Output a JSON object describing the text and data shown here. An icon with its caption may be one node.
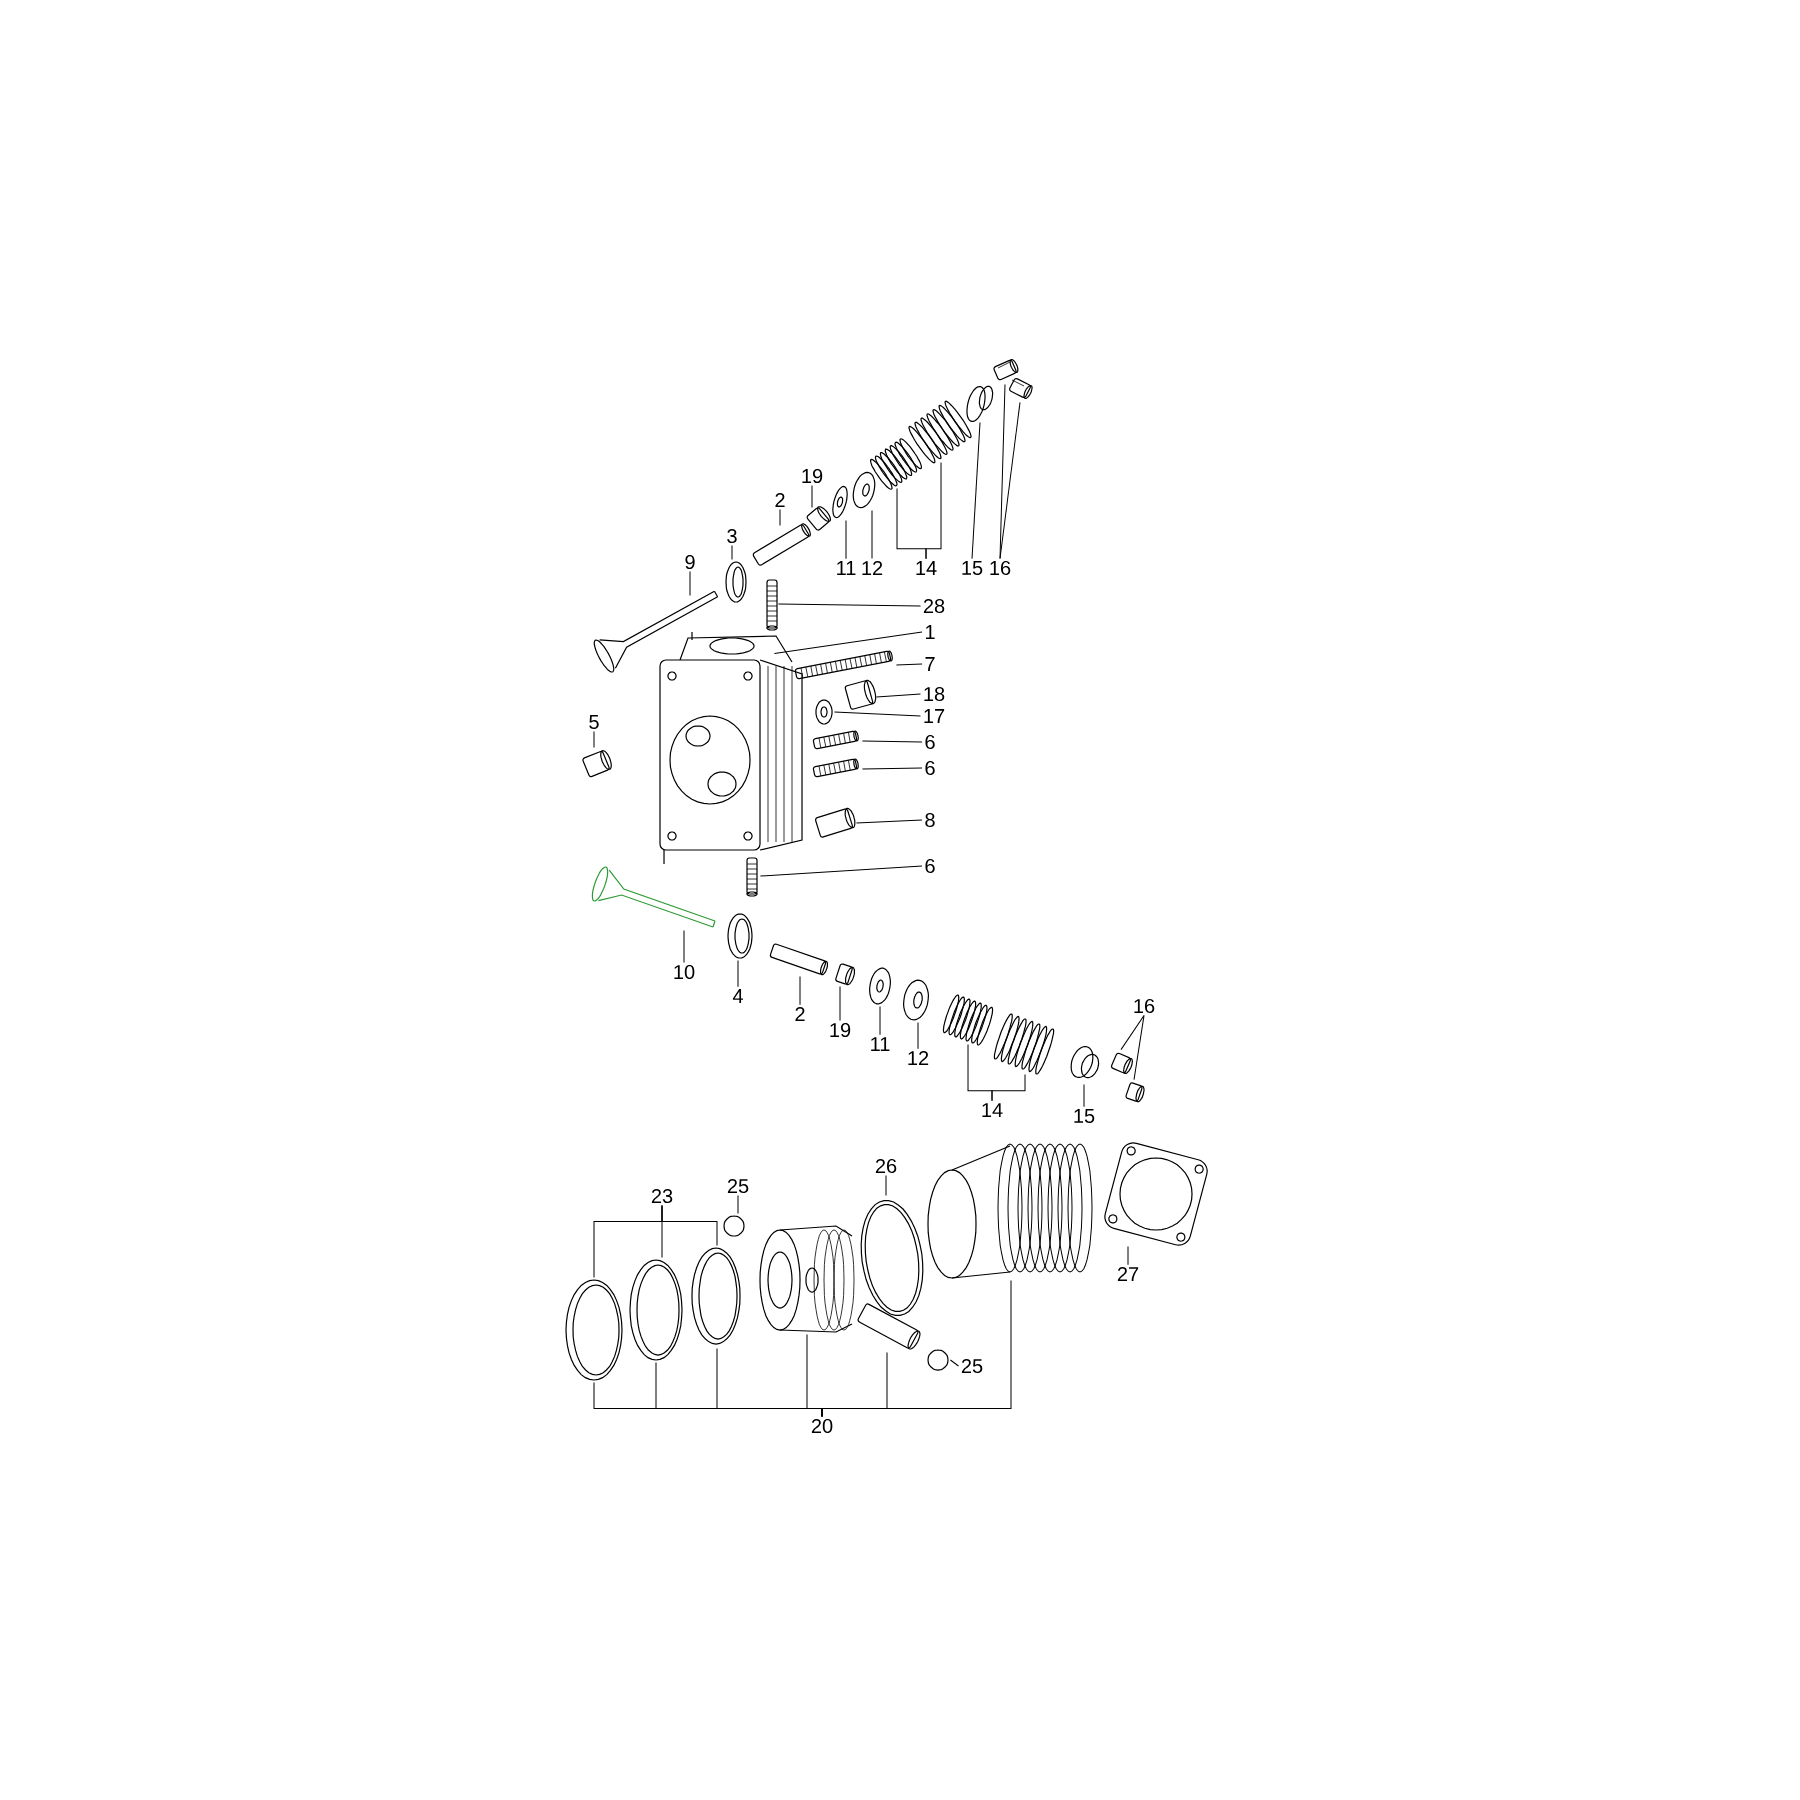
{
  "diagram": {
    "nodes": [
      {
        "text": [
          "9"
        ]
      },
      {
        "text": [],
        "shape": "picture"
      },
      {
        "text": [
          "3"
        ]
      },
      {
        "text": [],
        "shape": "picture"
      },
      {
        "text": [
          "2"
        ]
      },
      {
        "text": [],
        "shape": "picture"
      },
      {
        "text": [
          "19"
        ]
      },
      {
        "text": [],
        "shape": "picture"
      },
      {
        "text": [
          "11"
        ]
      },
      {
        "text": [],
        "shape": "picture"
      },
      {
        "text": [
          "12"
        ]
      },
      {
        "text": [],
        "shape": "picture"
      },
      {
        "text": [
          "14"
        ]
      },
      {
        "text": [],
        "shape": "picture"
      },
      {
        "text": [],
        "shape": "picture"
      },
      {
        "text": [
          "15"
        ]
      },
      {
        "text": [],
        "shape": "picture"
      },
      {
        "text": [
          "16"
        ]
      },
      {
        "text": [],
        "shape": "picture"
      },
      {
        "text": [],
        "shape": "picture"
      },
      {
        "text": [
          "28"
        ]
      },
      {
        "text": [],
        "shape": "picture"
      },
      {
        "text": [
          "1"
        ]
      },
      {
        "text": [],
        "shape": "picture"
      },
      {
        "text": [
          "7"
        ]
      },
      {
        "text": [],
        "shape": "picture"
      },
      {
        "text": [
          "18"
        ]
      },
      {
        "text": [],
        "shape": "picture"
      },
      {
        "text": [
          "17"
        ]
      },
      {
        "text": [],
        "shape": "picture"
      },
      {
        "text": [
          "6"
        ]
      },
      {
        "text": [],
        "shape": "picture"
      },
      {
        "text": [
          "6"
        ]
      },
      {
        "text": [],
        "shape": "picture"
      },
      {
        "text": [
          "8"
        ]
      },
      {
        "text": [],
        "shape": "picture"
      },
      {
        "text": [
          "6"
        ]
      },
      {
        "text": [],
        "shape": "picture"
      },
      {
        "text": [
          "5"
        ]
      },
      {
        "text": [],
        "shape": "picture"
      },
      {
        "text": [
          "10"
        ]
      },
      {
        "text": [],
        "shape": "picture"
      },
      {
        "text": [
          "4"
        ]
      },
      {
        "text": [],
        "shape": "picture"
      },
      {
        "text": [
          "2"
        ]
      },
      {
        "text": [],
        "shape": "picture"
      },
      {
        "text": [
          "19"
        ]
      },
      {
        "text": [],
        "shape": "picture"
      },
      {
        "text": [
          "11"
        ]
      },
      {
        "text": [],
        "shape": "picture"
      },
      {
        "text": [
          "12"
        ]
      },
      {
        "text": [],
        "shape": "picture"
      },
      {
        "text": [
          "14"
        ]
      },
      {
        "text": [],
        "shape": "picture"
      },
      {
        "text": [],
        "shape": "picture"
      },
      {
        "text": [
          "15"
        ]
      },
      {
        "text": [],
        "shape": "picture"
      },
      {
        "text": [
          "16"
        ]
      },
      {
        "text": [],
        "shape": "picture"
      },
      {
        "text": [],
        "shape": "picture"
      },
      {
        "text": [
          "25"
        ]
      },
      {
        "text": [],
        "shape": "picture"
      },
      {
        "text": [
          "23"
        ]
      },
      {
        "text": [],
        "shape": "picture"
      },
      {
        "text": [],
        "shape": "picture"
      },
      {
        "text": [],
        "shape": "picture"
      },
      {
        "text": [
          "26"
        ]
      },
      {
        "text": [],
        "shape": "picture"
      },
      {
        "text": [],
        "shape": "picture"
      },
      {
        "text": [],
        "shape": "picture"
      },
      {
        "text": [],
        "shape": "picture"
      },
      {
        "text": [
          "27"
        ]
      },
      {
        "text": [],
        "shape": "picture"
      },
      {
        "text": [
          "25"
        ]
      },
      {
        "text": [],
        "shape": "picture"
      },
      {
        "text": [
          "20"
        ]
      }
    ],
    "edges": [
      {
        "from": 0,
        "to": 1,
        "arrow": "none"
      },
      {
        "from": 2,
        "to": 3,
        "arrow": "none"
      },
      {
        "from": 4,
        "to": 5,
        "arrow": "none"
      },
      {
        "from": 6,
        "to": 7,
        "arrow": "none"
      },
      {
        "from": 8,
        "to": 9,
        "arrow": "none"
      },
      {
        "from": 10,
        "to": 11,
        "arrow": "none"
      },
      {
        "from": 12,
        "to": 13,
        "arrow": "none"
      },
      {
        "from": 12,
        "to": 14,
        "arrow": "none"
      },
      {
        "from": 15,
        "to": 16,
        "arrow": "none"
      },
      {
        "from": 17,
        "to": 18,
        "arrow": "none"
      },
      {
        "from": 17,
        "to": 19,
        "arrow": "none"
      },
      {
        "from": 20,
        "to": 21,
        "arrow": "none"
      },
      {
        "from": 22,
        "to": 23,
        "arrow": "none"
      },
      {
        "from": 24,
        "to": 25,
        "arrow": "none"
      },
      {
        "from": 26,
        "to": 27,
        "arrow": "none"
      },
      {
        "from": 28,
        "to": 29,
        "arrow": "none"
      },
      {
        "from": 30,
        "to": 31,
        "arrow": "none"
      },
      {
        "from": 32,
        "to": 33,
        "arrow": "none"
      },
      {
        "from": 34,
        "to": 35,
        "arrow": "none"
      },
      {
        "from": 36,
        "to": 37,
        "arrow": "none"
      },
      {
        "from": 38,
        "to": 39,
        "arrow": "none"
      },
      {
        "from": 40,
        "to": 41,
        "arrow": "none"
      },
      {
        "from": 42,
        "to": 43,
        "arrow": "none"
      },
      {
        "from": 44,
        "to": 45,
        "arrow": "none"
      },
      {
        "from": 46,
        "to": 47,
        "arrow": "none"
      },
      {
        "from": 48,
        "to": 49,
        "arrow": "none"
      },
      {
        "from": 50,
        "to": 51,
        "arrow": "none"
      },
      {
        "from": 52,
        "to": 53,
        "arrow": "none"
      },
      {
        "from": 52,
        "to": 54,
        "arrow": "none"
      },
      {
        "from": 55,
        "to": 56,
        "arrow": "none"
      },
      {
        "from": 57,
        "to": 58,
        "arrow": "none"
      },
      {
        "from": 57,
        "to": 59,
        "arrow": "none"
      },
      {
        "from": 60,
        "to": 61,
        "arrow": "none"
      },
      {
        "from": 62,
        "to": 63,
        "arrow": "none"
      },
      {
        "from": 62,
        "to": 64,
        "arrow": "none"
      },
      {
        "from": 62,
        "to": 65,
        "arrow": "none"
      },
      {
        "from": 66,
        "to": 67,
        "arrow": "none"
      },
      {
        "from": 71,
        "to": 72,
        "arrow": "none"
      },
      {
        "from": 73,
        "to": 74,
        "arrow": "none"
      },
      {
        "from": 75,
        "to": 63,
        "arrow": "none"
      },
      {
        "from": 75,
        "to": 64,
        "arrow": "none"
      },
      {
        "from": 75,
        "to": 65,
        "arrow": "none"
      },
      {
        "from": 75,
        "to": 68,
        "arrow": "none"
      },
      {
        "from": 75,
        "to": 69,
        "arrow": "none"
      },
      {
        "from": 75,
        "to": 70,
        "arrow": "none"
      }
    ]
  }
}
